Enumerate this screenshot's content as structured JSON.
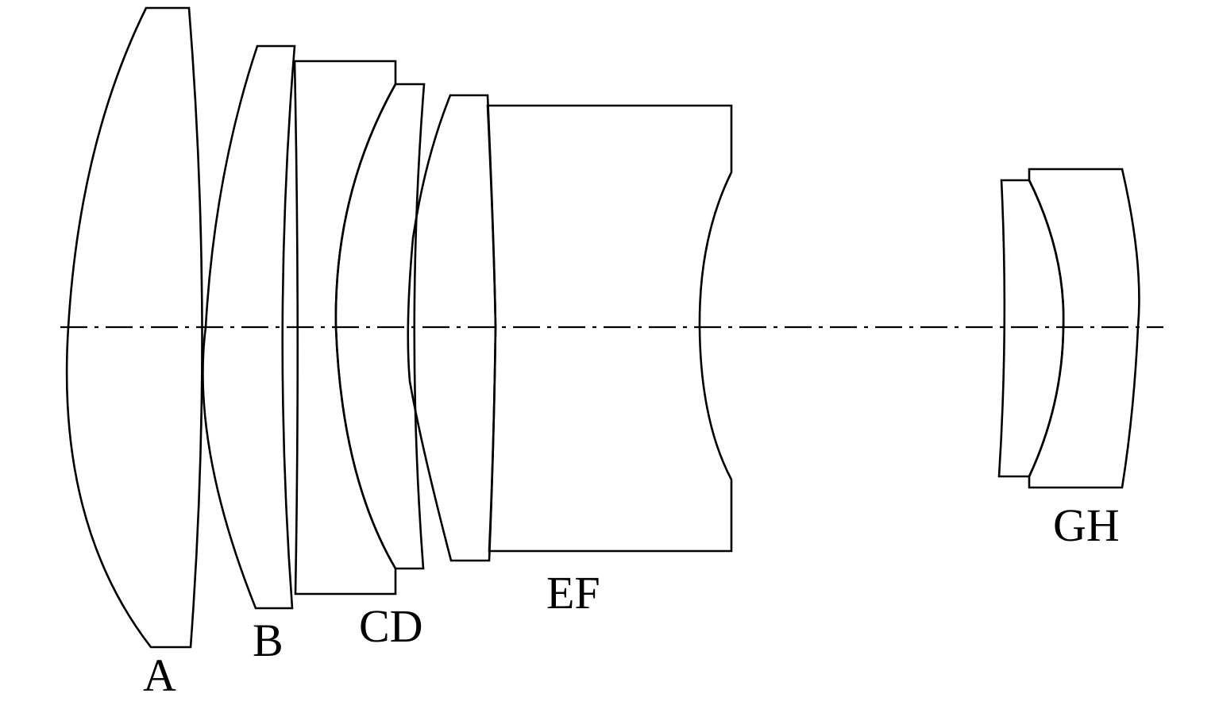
{
  "labels": {
    "a": "A",
    "b": "B",
    "cd": "CD",
    "ef": "EF",
    "gh": "GH"
  },
  "colors": {
    "line": "#000000",
    "background": "#ffffff"
  }
}
